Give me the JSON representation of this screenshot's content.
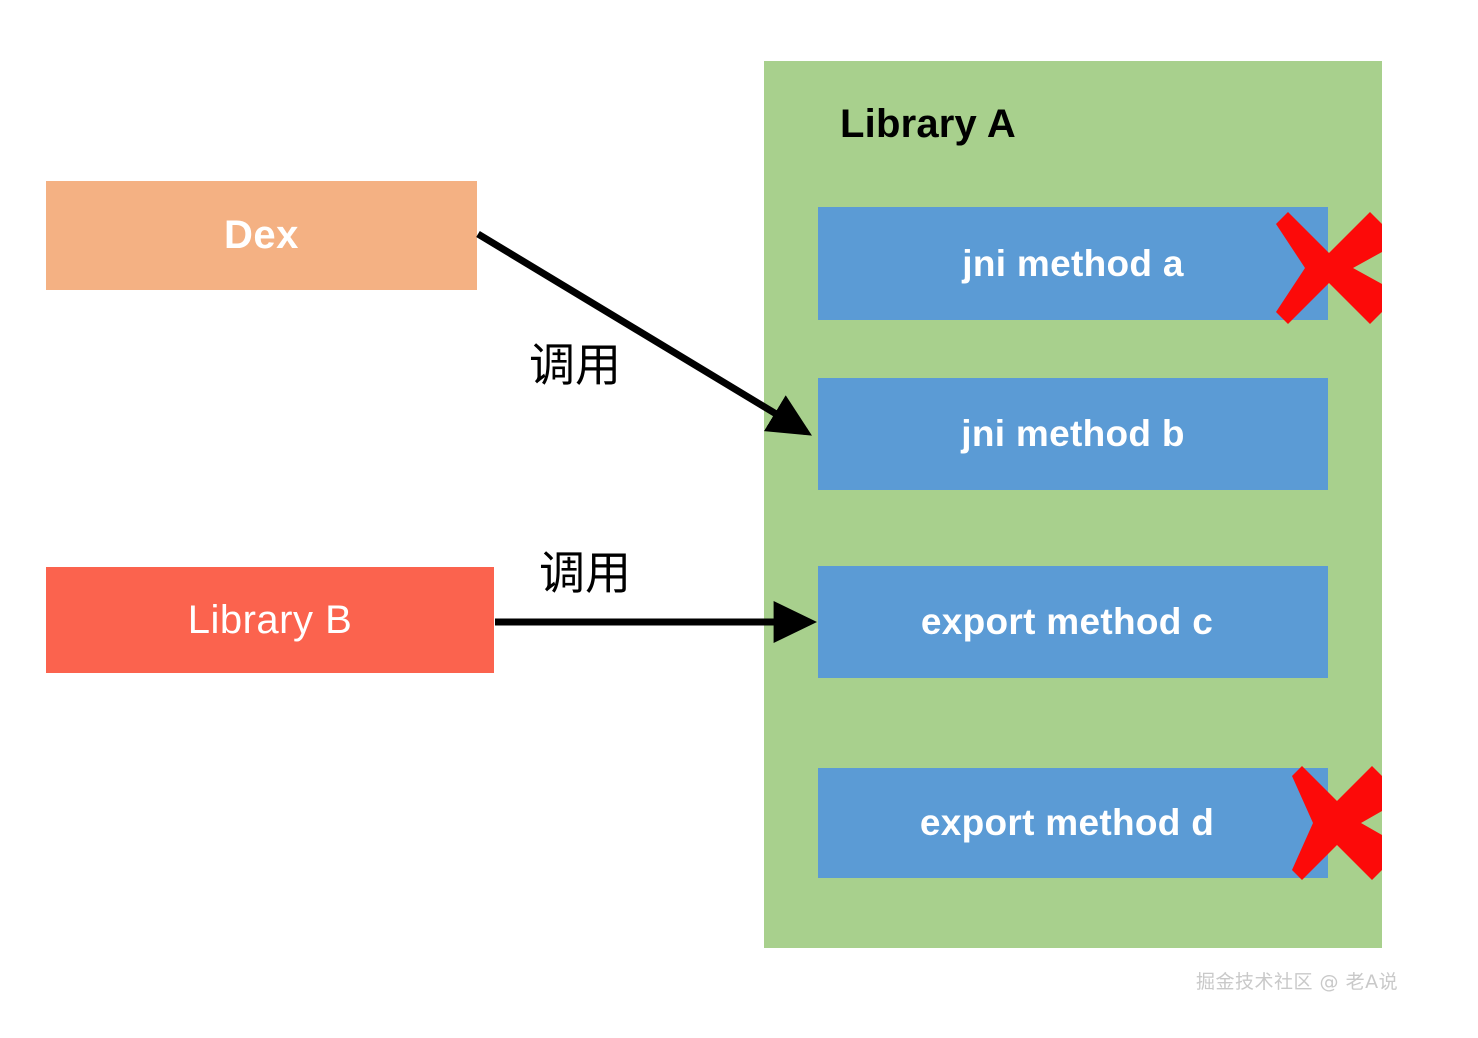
{
  "diagram": {
    "title": "Library A JNI / export method call diagram",
    "library_a": {
      "title": "Library A",
      "panel_color": "#a8d08d",
      "methods": [
        {
          "label": "jni method a",
          "color": "#5b9bd5",
          "marked_removed": true
        },
        {
          "label": "jni method b",
          "color": "#5b9bd5",
          "marked_removed": false
        },
        {
          "label": "export method c",
          "color": "#5b9bd5",
          "marked_removed": false
        },
        {
          "label": "export method d",
          "color": "#5b9bd5",
          "marked_removed": true
        }
      ]
    },
    "sources": [
      {
        "label": "Dex",
        "color": "#f4b183",
        "bold": true
      },
      {
        "label": "Library B",
        "color": "#fb634e",
        "bold": false
      }
    ],
    "arrows": [
      {
        "label": "调用",
        "from": "Dex",
        "to": "jni method b",
        "style": "diagonal"
      },
      {
        "label": "调用",
        "from": "Library B",
        "to": "export method c",
        "style": "horizontal"
      }
    ],
    "markers": {
      "remove_icon": "red-x-icon",
      "remove_color": "#fc0a09"
    },
    "arrow_color": "#000000"
  },
  "watermark": {
    "text": "掘金技术社区 @ 老A说",
    "color": "#c9c9c9"
  }
}
